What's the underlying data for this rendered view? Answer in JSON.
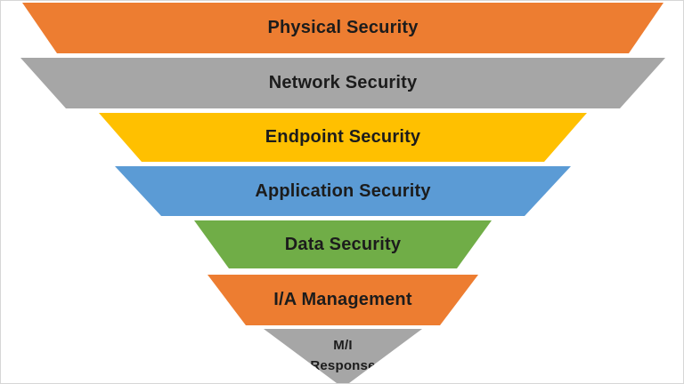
{
  "page": {
    "background": "#ffffff",
    "border_color": "#d6d6d6",
    "text_color": "#1c1c1c"
  },
  "funnel": {
    "layers": [
      {
        "id": "physical-security",
        "label": "Physical Security",
        "color": "#ED7D31"
      },
      {
        "id": "network-security",
        "label": "Network Security",
        "color": "#A6A6A6"
      },
      {
        "id": "endpoint-security",
        "label": "Endpoint Security",
        "color": "#FFC000"
      },
      {
        "id": "application-security",
        "label": "Application Security",
        "color": "#5B9BD5"
      },
      {
        "id": "data-security",
        "label": "Data Security",
        "color": "#70AD47"
      },
      {
        "id": "ia-management",
        "label": "I/A Management",
        "color": "#ED7D31"
      },
      {
        "id": "mi-response",
        "label": "M/I Response",
        "lines": [
          "M/I",
          "Response"
        ],
        "color": "#A6A6A6"
      }
    ]
  }
}
